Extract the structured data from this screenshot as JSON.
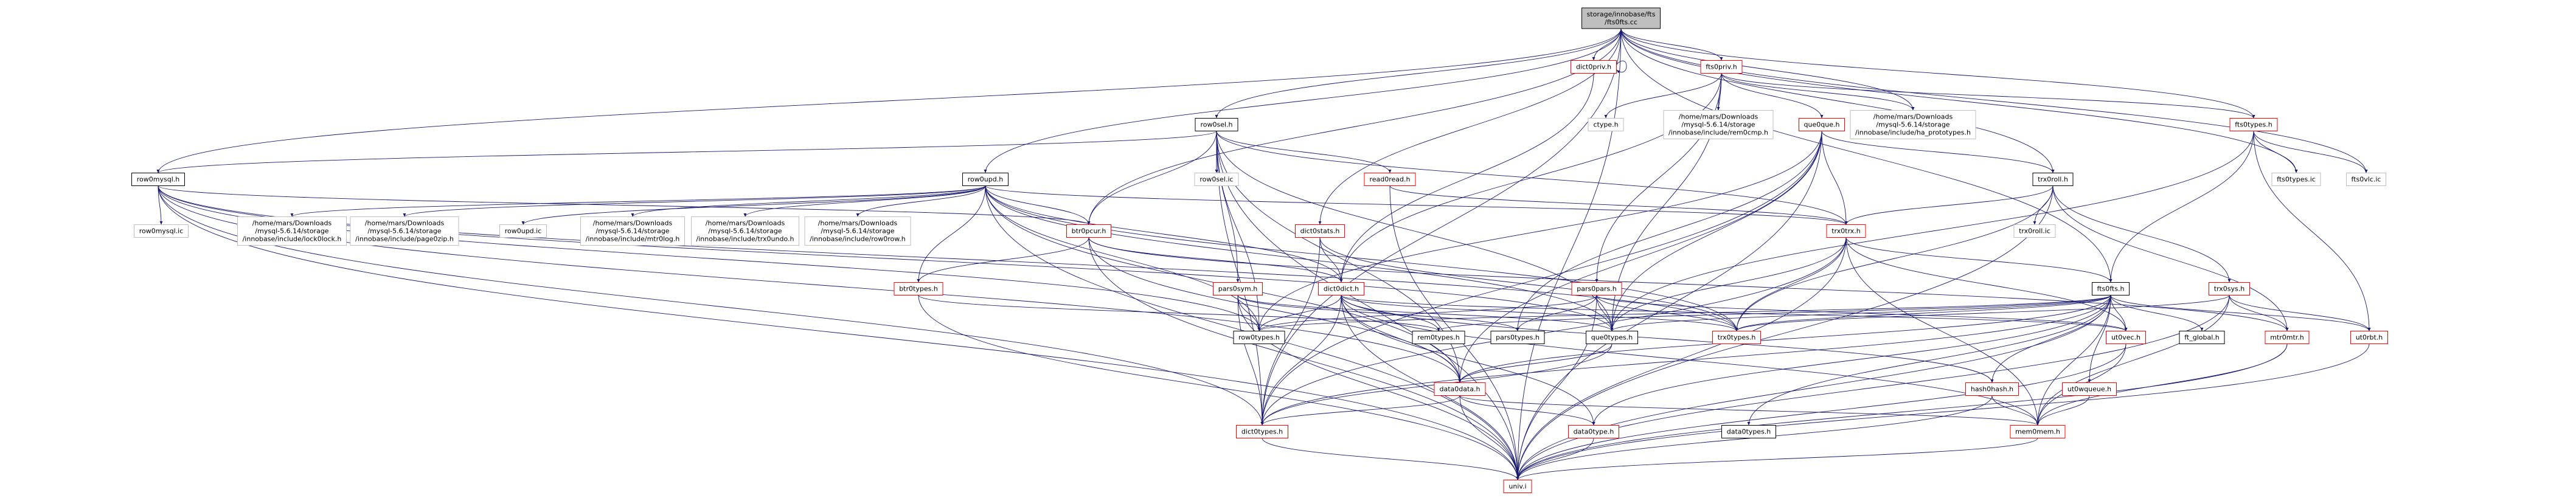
{
  "colors": {
    "node_red": "#ff0000",
    "node_black": "#000000",
    "node_gray": "#bfbfbf",
    "root_fill": "#bfbfbf",
    "edge": "#191970"
  },
  "nodes": [
    {
      "id": "root",
      "lines": [
        "storage/innobase/fts",
        "/fts0fts.cc"
      ],
      "kind": "root"
    },
    {
      "id": "dict0priv",
      "lines": [
        "dict0priv.h"
      ],
      "kind": "red"
    },
    {
      "id": "fts0priv",
      "lines": [
        "fts0priv.h"
      ],
      "kind": "red"
    },
    {
      "id": "row0sel",
      "lines": [
        "row0sel.h"
      ],
      "kind": "black"
    },
    {
      "id": "row0mysql",
      "lines": [
        "row0mysql.h"
      ],
      "kind": "black"
    },
    {
      "id": "row0upd",
      "lines": [
        "row0upd.h"
      ],
      "kind": "black"
    },
    {
      "id": "ctype",
      "lines": [
        "ctype.h"
      ],
      "kind": "gray"
    },
    {
      "id": "rem0cmp",
      "lines": [
        "/home/mars/Downloads",
        "/mysql-5.6.14/storage",
        "/innobase/include/rem0cmp.h"
      ],
      "kind": "gray"
    },
    {
      "id": "que0que",
      "lines": [
        "que0que.h"
      ],
      "kind": "red"
    },
    {
      "id": "ha_prototypes",
      "lines": [
        "/home/mars/Downloads",
        "/mysql-5.6.14/storage",
        "/innobase/include/ha_prototypes.h"
      ],
      "kind": "gray"
    },
    {
      "id": "fts0types",
      "lines": [
        "fts0types.h"
      ],
      "kind": "red"
    },
    {
      "id": "row0sel_ic",
      "lines": [
        "row0sel.ic"
      ],
      "kind": "gray"
    },
    {
      "id": "read0read",
      "lines": [
        "read0read.h"
      ],
      "kind": "red"
    },
    {
      "id": "trx0roll",
      "lines": [
        "trx0roll.h"
      ],
      "kind": "black"
    },
    {
      "id": "fts0types_ic",
      "lines": [
        "fts0types.ic"
      ],
      "kind": "gray"
    },
    {
      "id": "fts0vlc_ic",
      "lines": [
        "fts0vlc.ic"
      ],
      "kind": "gray"
    },
    {
      "id": "row0mysql_ic",
      "lines": [
        "row0mysql.ic"
      ],
      "kind": "gray"
    },
    {
      "id": "lock0lock",
      "lines": [
        "/home/mars/Downloads",
        "/mysql-5.6.14/storage",
        "/innobase/include/lock0lock.h"
      ],
      "kind": "gray"
    },
    {
      "id": "page0zip",
      "lines": [
        "/home/mars/Downloads",
        "/mysql-5.6.14/storage",
        "/innobase/include/page0zip.h"
      ],
      "kind": "gray"
    },
    {
      "id": "row0upd_ic",
      "lines": [
        "row0upd.ic"
      ],
      "kind": "gray"
    },
    {
      "id": "mtr0log",
      "lines": [
        "/home/mars/Downloads",
        "/mysql-5.6.14/storage",
        "/innobase/include/mtr0log.h"
      ],
      "kind": "gray"
    },
    {
      "id": "trx0undo",
      "lines": [
        "/home/mars/Downloads",
        "/mysql-5.6.14/storage",
        "/innobase/include/trx0undo.h"
      ],
      "kind": "gray"
    },
    {
      "id": "row0row",
      "lines": [
        "/home/mars/Downloads",
        "/mysql-5.6.14/storage",
        "/innobase/include/row0row.h"
      ],
      "kind": "gray"
    },
    {
      "id": "btr0pcur",
      "lines": [
        "btr0pcur.h"
      ],
      "kind": "red"
    },
    {
      "id": "dict0stats",
      "lines": [
        "dict0stats.h"
      ],
      "kind": "red"
    },
    {
      "id": "trx0trx",
      "lines": [
        "trx0trx.h"
      ],
      "kind": "red"
    },
    {
      "id": "trx0roll_ic",
      "lines": [
        "trx0roll.ic"
      ],
      "kind": "gray"
    },
    {
      "id": "btr0types",
      "lines": [
        "btr0types.h"
      ],
      "kind": "red"
    },
    {
      "id": "pars0sym",
      "lines": [
        "pars0sym.h"
      ],
      "kind": "red"
    },
    {
      "id": "dict0dict",
      "lines": [
        "dict0dict.h"
      ],
      "kind": "red"
    },
    {
      "id": "pars0pars",
      "lines": [
        "pars0pars.h"
      ],
      "kind": "red"
    },
    {
      "id": "fts0fts",
      "lines": [
        "fts0fts.h"
      ],
      "kind": "black"
    },
    {
      "id": "trx0sys",
      "lines": [
        "trx0sys.h"
      ],
      "kind": "red"
    },
    {
      "id": "row0types",
      "lines": [
        "row0types.h"
      ],
      "kind": "black"
    },
    {
      "id": "rem0types",
      "lines": [
        "rem0types.h"
      ],
      "kind": "black"
    },
    {
      "id": "pars0types",
      "lines": [
        "pars0types.h"
      ],
      "kind": "black"
    },
    {
      "id": "que0types",
      "lines": [
        "que0types.h"
      ],
      "kind": "black"
    },
    {
      "id": "trx0types",
      "lines": [
        "trx0types.h"
      ],
      "kind": "red"
    },
    {
      "id": "ut0vec",
      "lines": [
        "ut0vec.h"
      ],
      "kind": "red"
    },
    {
      "id": "ft_global",
      "lines": [
        "ft_global.h"
      ],
      "kind": "black"
    },
    {
      "id": "mtr0mtr",
      "lines": [
        "mtr0mtr.h"
      ],
      "kind": "red"
    },
    {
      "id": "ut0rbt",
      "lines": [
        "ut0rbt.h"
      ],
      "kind": "red"
    },
    {
      "id": "data0data",
      "lines": [
        "data0data.h"
      ],
      "kind": "red"
    },
    {
      "id": "hash0hash",
      "lines": [
        "hash0hash.h"
      ],
      "kind": "red"
    },
    {
      "id": "ut0wqueue",
      "lines": [
        "ut0wqueue.h"
      ],
      "kind": "red"
    },
    {
      "id": "dict0types",
      "lines": [
        "dict0types.h"
      ],
      "kind": "red"
    },
    {
      "id": "data0type",
      "lines": [
        "data0type.h"
      ],
      "kind": "red"
    },
    {
      "id": "data0types",
      "lines": [
        "data0types.h"
      ],
      "kind": "black"
    },
    {
      "id": "mem0mem",
      "lines": [
        "mem0mem.h"
      ],
      "kind": "red"
    },
    {
      "id": "univ",
      "lines": [
        "univ.i"
      ],
      "kind": "red"
    }
  ],
  "edges": [
    [
      "root",
      "dict0priv"
    ],
    [
      "root",
      "fts0priv"
    ],
    [
      "root",
      "row0sel"
    ],
    [
      "root",
      "row0mysql"
    ],
    [
      "root",
      "row0upd"
    ],
    [
      "root",
      "ha_prototypes"
    ],
    [
      "root",
      "fts0types"
    ],
    [
      "root",
      "trx0roll"
    ],
    [
      "root",
      "fts0types_ic"
    ],
    [
      "root",
      "fts0vlc_ic"
    ],
    [
      "root",
      "btr0pcur"
    ],
    [
      "root",
      "dict0stats"
    ],
    [
      "root",
      "fts0fts"
    ],
    [
      "root",
      "dict0types"
    ],
    [
      "root",
      "univ"
    ],
    [
      "dict0priv",
      "dict0priv"
    ],
    [
      "dict0priv",
      "dict0dict"
    ],
    [
      "fts0priv",
      "ctype"
    ],
    [
      "fts0priv",
      "rem0cmp"
    ],
    [
      "fts0priv",
      "que0que"
    ],
    [
      "fts0priv",
      "ha_prototypes"
    ],
    [
      "fts0priv",
      "fts0types"
    ],
    [
      "fts0priv",
      "dict0dict"
    ],
    [
      "fts0priv",
      "pars0pars"
    ],
    [
      "fts0priv",
      "que0types"
    ],
    [
      "row0sel",
      "row0sel_ic"
    ],
    [
      "row0sel",
      "read0read"
    ],
    [
      "row0sel",
      "row0mysql"
    ],
    [
      "row0sel",
      "btr0pcur"
    ],
    [
      "row0sel",
      "trx0trx"
    ],
    [
      "row0sel",
      "pars0sym"
    ],
    [
      "row0sel",
      "dict0types"
    ],
    [
      "row0sel",
      "que0types"
    ],
    [
      "row0sel",
      "row0types"
    ],
    [
      "row0sel",
      "data0data"
    ],
    [
      "row0sel",
      "univ"
    ],
    [
      "row0mysql",
      "row0mysql_ic"
    ],
    [
      "row0mysql",
      "btr0pcur"
    ],
    [
      "row0mysql",
      "row0types"
    ],
    [
      "row0mysql",
      "que0types"
    ],
    [
      "row0mysql",
      "dict0types"
    ],
    [
      "row0mysql",
      "data0data"
    ],
    [
      "row0mysql",
      "trx0types"
    ],
    [
      "row0mysql",
      "univ"
    ],
    [
      "row0upd",
      "lock0lock"
    ],
    [
      "row0upd",
      "page0zip"
    ],
    [
      "row0upd",
      "row0upd_ic"
    ],
    [
      "row0upd",
      "mtr0log"
    ],
    [
      "row0upd",
      "trx0undo"
    ],
    [
      "row0upd",
      "row0row"
    ],
    [
      "row0upd",
      "btr0pcur"
    ],
    [
      "row0upd",
      "btr0types"
    ],
    [
      "row0upd",
      "dict0dict"
    ],
    [
      "row0upd",
      "trx0trx"
    ],
    [
      "row0upd",
      "que0types"
    ],
    [
      "row0upd",
      "row0types"
    ],
    [
      "row0upd",
      "data0data"
    ],
    [
      "row0upd",
      "trx0types"
    ],
    [
      "row0upd",
      "univ"
    ],
    [
      "que0que",
      "trx0roll"
    ],
    [
      "que0que",
      "trx0trx"
    ],
    [
      "que0que",
      "que0types"
    ],
    [
      "que0que",
      "pars0types"
    ],
    [
      "que0que",
      "row0types"
    ],
    [
      "que0que",
      "data0data"
    ],
    [
      "que0que",
      "dict0types"
    ],
    [
      "que0que",
      "univ"
    ],
    [
      "fts0types",
      "fts0types_ic"
    ],
    [
      "fts0types",
      "fts0vlc_ic"
    ],
    [
      "fts0types",
      "que0types"
    ],
    [
      "fts0types",
      "fts0fts"
    ],
    [
      "fts0types",
      "ut0rbt"
    ],
    [
      "read0read",
      "trx0trx"
    ],
    [
      "read0read",
      "univ"
    ],
    [
      "trx0roll",
      "trx0roll_ic"
    ],
    [
      "trx0roll",
      "trx0trx"
    ],
    [
      "trx0roll",
      "trx0sys"
    ],
    [
      "trx0roll",
      "mtr0mtr"
    ],
    [
      "trx0roll",
      "trx0types"
    ],
    [
      "trx0roll",
      "univ"
    ],
    [
      "btr0pcur",
      "btr0types"
    ],
    [
      "btr0pcur",
      "dict0dict"
    ],
    [
      "btr0pcur",
      "data0data"
    ],
    [
      "btr0pcur",
      "mtr0mtr"
    ],
    [
      "btr0pcur",
      "univ"
    ],
    [
      "dict0stats",
      "dict0dict"
    ],
    [
      "dict0stats",
      "dict0types"
    ],
    [
      "dict0stats",
      "trx0types"
    ],
    [
      "trx0trx",
      "fts0fts"
    ],
    [
      "trx0trx",
      "que0types"
    ],
    [
      "trx0trx",
      "ut0vec"
    ],
    [
      "trx0trx",
      "mem0mem"
    ],
    [
      "trx0trx",
      "dict0types"
    ],
    [
      "trx0trx",
      "trx0types"
    ],
    [
      "trx0trx",
      "univ"
    ],
    [
      "btr0types",
      "rem0types"
    ],
    [
      "btr0types",
      "univ"
    ],
    [
      "pars0sym",
      "row0types"
    ],
    [
      "pars0sym",
      "que0types"
    ],
    [
      "pars0sym",
      "pars0types"
    ],
    [
      "pars0sym",
      "dict0types"
    ],
    [
      "pars0sym",
      "univ"
    ],
    [
      "dict0dict",
      "row0types"
    ],
    [
      "dict0dict",
      "rem0types"
    ],
    [
      "dict0dict",
      "data0data"
    ],
    [
      "dict0dict",
      "dict0types"
    ],
    [
      "dict0dict",
      "mem0mem"
    ],
    [
      "dict0dict",
      "hash0hash"
    ],
    [
      "dict0dict",
      "ut0vec"
    ],
    [
      "dict0dict",
      "trx0types"
    ],
    [
      "dict0dict",
      "data0type"
    ],
    [
      "dict0dict",
      "univ"
    ],
    [
      "pars0pars",
      "row0types"
    ],
    [
      "pars0pars",
      "que0types"
    ],
    [
      "pars0pars",
      "pars0types"
    ],
    [
      "pars0pars",
      "trx0types"
    ],
    [
      "pars0pars",
      "ut0vec"
    ],
    [
      "pars0pars",
      "univ"
    ],
    [
      "fts0fts",
      "data0data"
    ],
    [
      "fts0fts",
      "data0types"
    ],
    [
      "fts0fts",
      "dict0types"
    ],
    [
      "fts0fts",
      "hash0hash"
    ],
    [
      "fts0fts",
      "mem0mem"
    ],
    [
      "fts0fts",
      "rem0types"
    ],
    [
      "fts0fts",
      "row0types"
    ],
    [
      "fts0fts",
      "trx0types"
    ],
    [
      "fts0fts",
      "ut0rbt"
    ],
    [
      "fts0fts",
      "ut0wqueue"
    ],
    [
      "fts0fts",
      "ut0vec"
    ],
    [
      "fts0fts",
      "que0types"
    ],
    [
      "fts0fts",
      "ft_global"
    ],
    [
      "fts0fts",
      "univ"
    ],
    [
      "fts0fts",
      "data0type"
    ],
    [
      "trx0sys",
      "mtr0mtr"
    ],
    [
      "trx0sys",
      "trx0types"
    ],
    [
      "trx0sys",
      "mem0mem"
    ],
    [
      "trx0sys",
      "ut0rbt"
    ],
    [
      "trx0sys",
      "univ"
    ],
    [
      "que0types",
      "data0data"
    ],
    [
      "que0types",
      "dict0types"
    ],
    [
      "ut0vec",
      "mem0mem"
    ],
    [
      "ut0vec",
      "univ"
    ],
    [
      "mtr0mtr",
      "mem0mem"
    ],
    [
      "mtr0mtr",
      "univ"
    ],
    [
      "ut0rbt",
      "univ"
    ],
    [
      "data0data",
      "data0type"
    ],
    [
      "data0data",
      "dict0types"
    ],
    [
      "data0data",
      "mem0mem"
    ],
    [
      "data0data",
      "univ"
    ],
    [
      "hash0hash",
      "mem0mem"
    ],
    [
      "hash0hash",
      "univ"
    ],
    [
      "ut0wqueue",
      "mem0mem"
    ],
    [
      "data0type",
      "univ"
    ],
    [
      "mem0mem",
      "univ"
    ],
    [
      "dict0types",
      "univ"
    ]
  ]
}
